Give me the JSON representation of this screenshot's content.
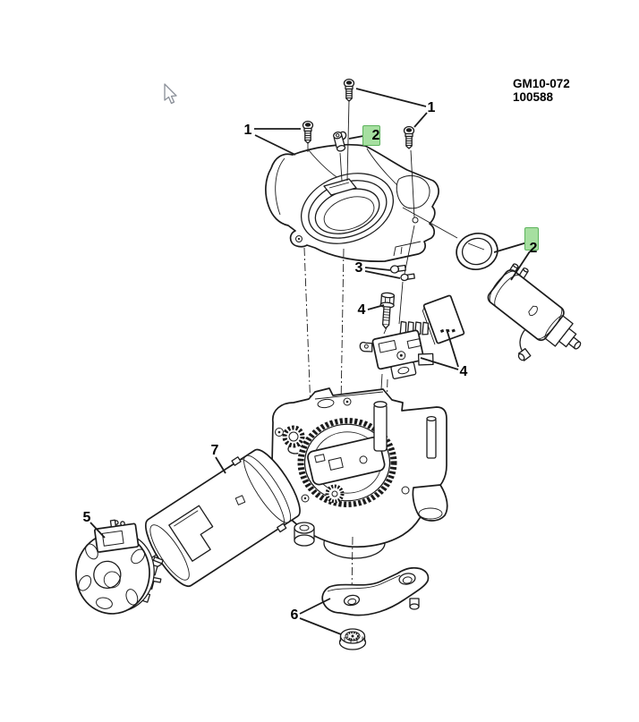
{
  "header": {
    "code": "GM10-072",
    "number": "100588"
  },
  "colors": {
    "line": "#1c1c1c",
    "text": "#000000",
    "highlight_green": "#a6dfa0",
    "highlight_green_border": "#5db45d",
    "background": "#ffffff"
  },
  "callouts": {
    "c1_left": {
      "label": "1",
      "highlighted": false
    },
    "c1_right": {
      "label": "1",
      "highlighted": false
    },
    "c2_top": {
      "label": "2",
      "highlighted": true
    },
    "c2_right": {
      "label": "2",
      "highlighted": true
    },
    "c3": {
      "label": "3",
      "highlighted": false
    },
    "c4_upper": {
      "label": "4",
      "highlighted": false
    },
    "c4_lower": {
      "label": "4",
      "highlighted": false
    },
    "c5": {
      "label": "5",
      "highlighted": false
    },
    "c6": {
      "label": "6",
      "highlighted": false
    },
    "c7": {
      "label": "7",
      "highlighted": false
    }
  },
  "diagram": {
    "type": "exploded-parts-diagram",
    "parts": [
      {
        "name": "mounting-screw",
        "count": 3
      },
      {
        "name": "retainer-clip"
      },
      {
        "name": "gear-cover"
      },
      {
        "name": "seal-ring"
      },
      {
        "name": "capacitor-assembly"
      },
      {
        "name": "terminal-nuts"
      },
      {
        "name": "hex-bolt"
      },
      {
        "name": "cover-plate"
      },
      {
        "name": "circuit-breaker-bracket"
      },
      {
        "name": "gear-housing"
      },
      {
        "name": "motor-housing"
      },
      {
        "name": "motor-end-cap"
      },
      {
        "name": "crank-arm"
      },
      {
        "name": "lock-nut"
      }
    ]
  },
  "cursor": {
    "name": "mouse-pointer"
  }
}
